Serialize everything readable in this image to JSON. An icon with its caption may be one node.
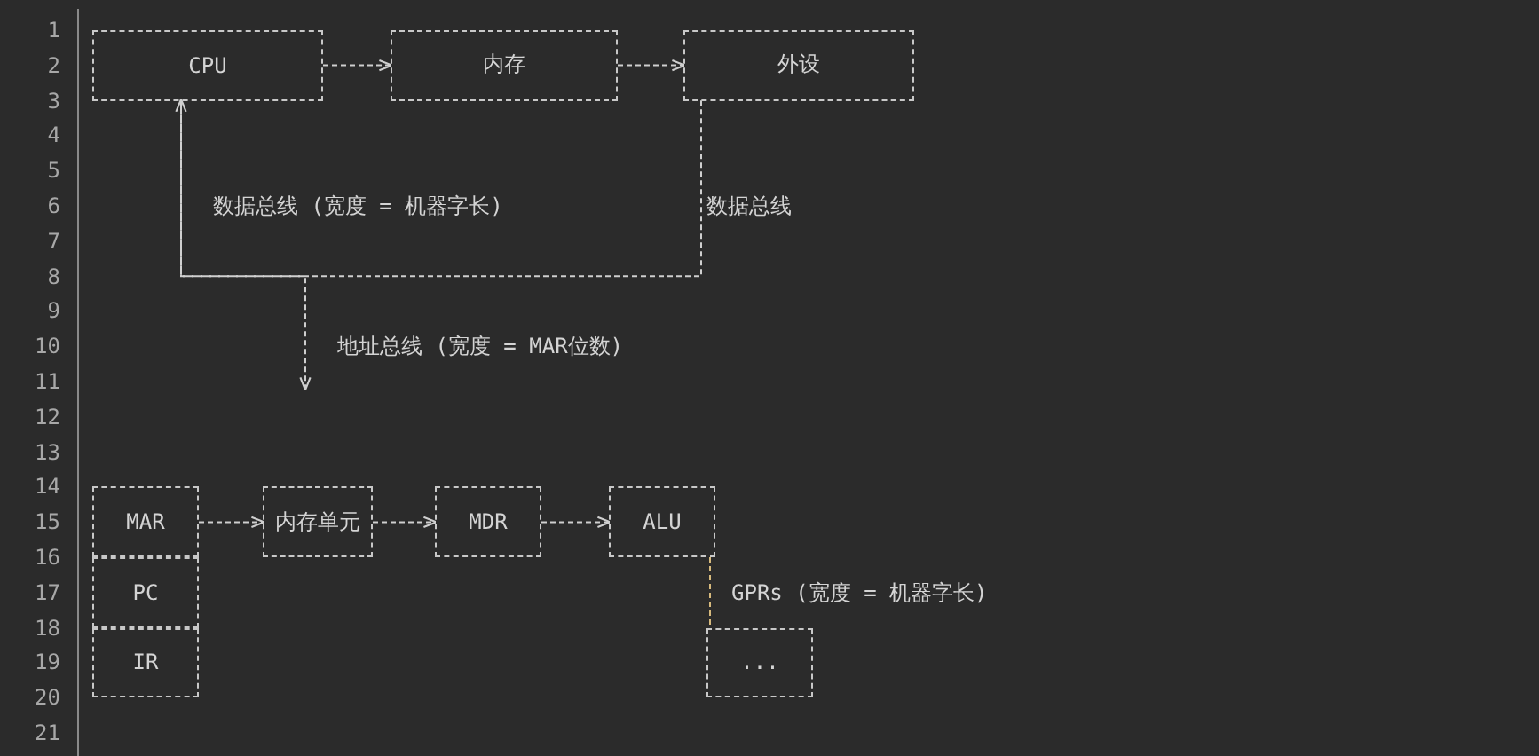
{
  "diagram": {
    "nodes": [
      {
        "text": [
          "CPU"
        ]
      },
      {
        "text": [
          "内存"
        ]
      },
      {
        "text": [
          "外设"
        ]
      },
      {
        "text": [
          "MAR"
        ]
      },
      {
        "text": [
          "内存单元"
        ]
      },
      {
        "text": [
          "MDR"
        ]
      },
      {
        "text": [
          "ALU"
        ]
      },
      {
        "text": [
          "PC"
        ]
      },
      {
        "text": [
          "IR"
        ]
      },
      {
        "text": [
          "..."
        ]
      }
    ],
    "edges": [
      {
        "from": 0,
        "to": 1,
        "arrow": "to"
      },
      {
        "from": 1,
        "to": 2,
        "arrow": "to"
      },
      {
        "from": 2,
        "to": 0,
        "arrow": "to",
        "label": "数据总线 (宽度 = 机器字长)"
      },
      {
        "from": 0,
        "to": null,
        "arrow": "to",
        "label": "地址总线 (宽度 = MAR位数)"
      },
      {
        "from": 3,
        "to": 4,
        "arrow": "to"
      },
      {
        "from": 4,
        "to": 5,
        "arrow": "to"
      },
      {
        "from": 5,
        "to": 6,
        "arrow": "to"
      },
      {
        "from": 6,
        "to": 9,
        "arrow": "none",
        "label": "GPRs (宽度 = 机器字长)",
        "color": "#d7ba7d"
      }
    ],
    "labels": [
      "1",
      "2",
      "3",
      "4",
      "5",
      "6",
      "数据总线",
      "7",
      "8",
      "9",
      "10",
      "11",
      "12",
      "13",
      "14",
      "15",
      "16",
      "17",
      "18",
      "19",
      "20",
      "21"
    ]
  }
}
